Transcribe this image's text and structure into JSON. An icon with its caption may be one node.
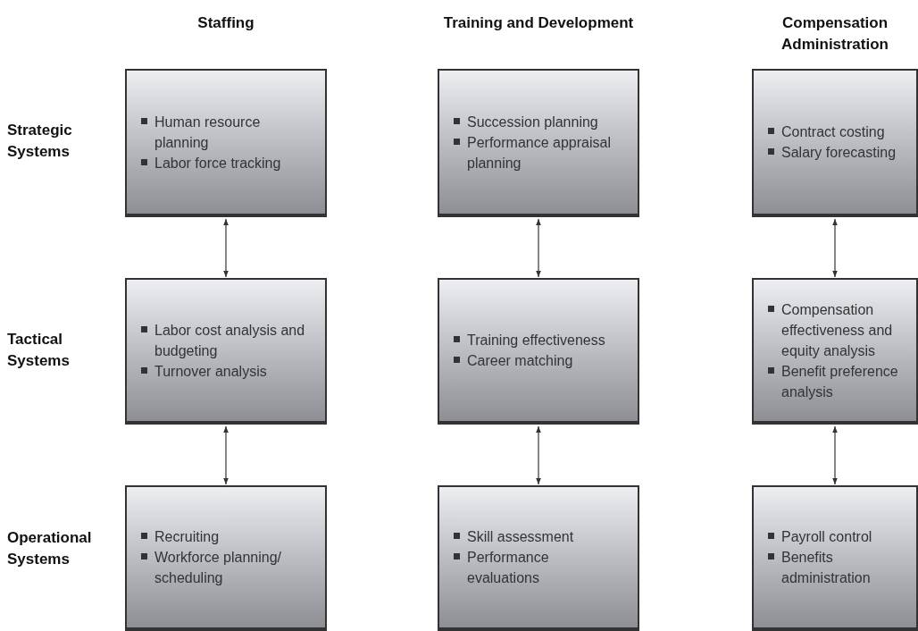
{
  "diagram": {
    "nodes": [
      {
        "text": [
          "Human resource planning",
          "Labor force tracking"
        ]
      },
      {
        "text": [
          "Succession planning",
          "Performance appraisal planning"
        ]
      },
      {
        "text": [
          "Contract costing",
          "Salary forecasting"
        ]
      },
      {
        "text": [
          "Labor cost analysis and budgeting",
          "Turnover analysis"
        ]
      },
      {
        "text": [
          "Training effectiveness",
          "Career matching"
        ]
      },
      {
        "text": [
          "Compensation effectiveness and equity analysis",
          "Benefit preference analysis"
        ]
      },
      {
        "text": [
          "Recruiting",
          "Workforce planning/ scheduling"
        ]
      },
      {
        "text": [
          "Skill assessment",
          "Performance evaluations"
        ]
      },
      {
        "text": [
          "Payroll control",
          "Benefits administration"
        ]
      }
    ],
    "edges": [
      {
        "from": 0,
        "to": 3,
        "arrow": "both"
      },
      {
        "from": 1,
        "to": 4,
        "arrow": "both"
      },
      {
        "from": 2,
        "to": 5,
        "arrow": "both"
      },
      {
        "from": 3,
        "to": 6,
        "arrow": "both"
      },
      {
        "from": 4,
        "to": 7,
        "arrow": "both"
      },
      {
        "from": 5,
        "to": 8,
        "arrow": "both"
      }
    ],
    "labels": [
      "Staffing",
      "Training and Development",
      "Compensation Administration",
      "Strategic Systems",
      "Tactical Systems",
      "Operational Systems"
    ]
  }
}
